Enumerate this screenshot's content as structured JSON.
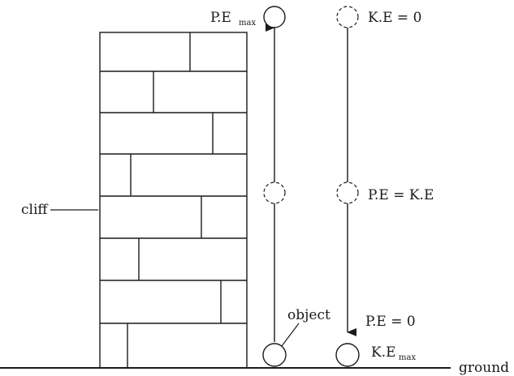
{
  "labels": {
    "cliff": "cliff",
    "object": "object",
    "ground": "ground",
    "pe_max_main": "P.E",
    "pe_max_sub": "max",
    "ke_zero": "K.E = 0",
    "pe_equals_ke": "P.E = K.E",
    "pe_zero": "P.E = 0",
    "ke_max_main": "K.E",
    "ke_max_sub": "max"
  }
}
